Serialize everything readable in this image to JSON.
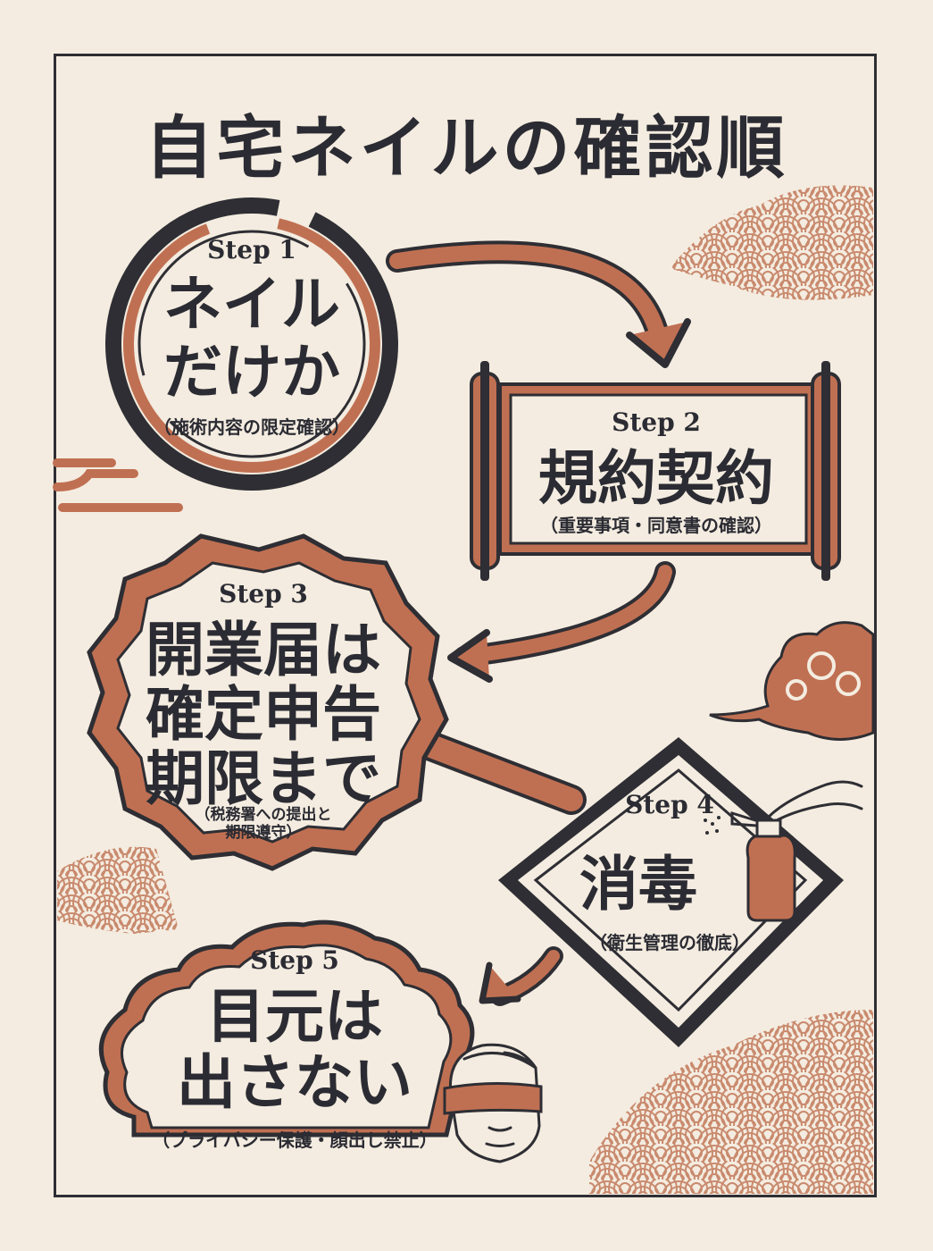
{
  "title": "自宅ネイルの確認順",
  "colors": {
    "background": "#f4ece0",
    "ink": "#2e2e34",
    "accent": "#c07052",
    "accent_light": "#d99a80"
  },
  "steps": [
    {
      "label": "Step 1",
      "main": [
        "ネイル",
        "だけか"
      ],
      "sub": [
        "（施術内容の限定確認）"
      ],
      "shape": "brush-circle"
    },
    {
      "label": "Step 2",
      "main": [
        "規約契約"
      ],
      "sub": [
        "（重要事項・同意書の確認）"
      ],
      "shape": "scroll"
    },
    {
      "label": "Step 3",
      "main": [
        "開業届は",
        "確定申告",
        "期限まで"
      ],
      "sub": [
        "（税務署への提出と",
        "期限遵守）"
      ],
      "shape": "seal"
    },
    {
      "label": "Step 4",
      "main": [
        "消毒"
      ],
      "sub": [
        "（衛生管理の徹底）"
      ],
      "shape": "diamond",
      "icon": "spray-bottle-icon"
    },
    {
      "label": "Step 5",
      "main": [
        "目元は",
        "出さない"
      ],
      "sub": [
        "（プライバシー保護・顔出し禁止）"
      ],
      "shape": "cloud",
      "icon": "eye-mask-face-icon"
    }
  ]
}
